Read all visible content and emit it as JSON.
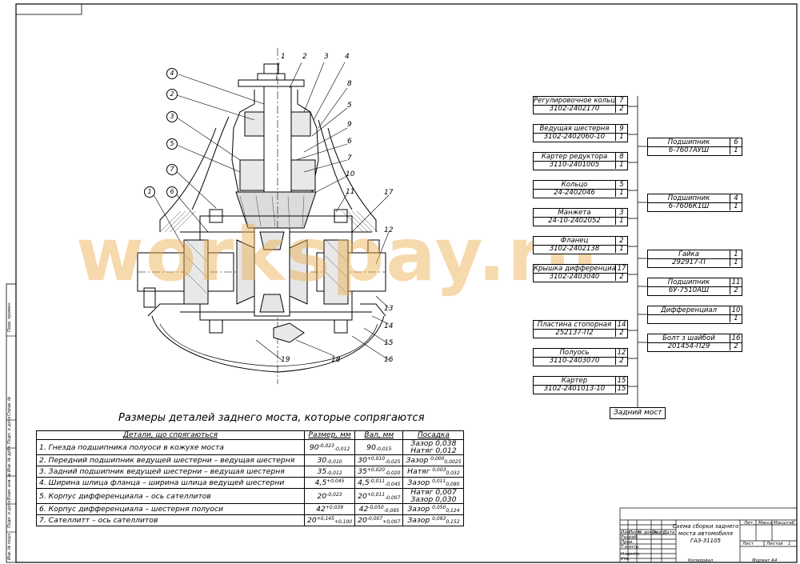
{
  "watermark": "workspay.ru",
  "callouts_top": [
    "1",
    "2",
    "3",
    "4",
    "8",
    "5",
    "9",
    "6",
    "7",
    "10",
    "11",
    "17",
    "12",
    "13",
    "14",
    "15",
    "16",
    "18",
    "19"
  ],
  "callouts_left": [
    "4",
    "2",
    "3",
    "5",
    "7",
    "6",
    "1"
  ],
  "schema": {
    "left_column": [
      {
        "name": "Регулировочное кольцо",
        "qty": "7",
        "code": "3102-2402170",
        "code_qty": "2"
      },
      {
        "name": "Ведущая шестерня",
        "qty": "9",
        "code": "3102-2402060-10",
        "code_qty": "1"
      },
      {
        "name": "Картер редуктора",
        "qty": "8",
        "code": "3110-2401005",
        "code_qty": "1"
      },
      {
        "name": "Кольцо",
        "qty": "5",
        "code": "24-2402046",
        "code_qty": "1"
      },
      {
        "name": "Манжета",
        "qty": "3",
        "code": "24-10-2402052",
        "code_qty": "1"
      },
      {
        "name": "Фланец",
        "qty": "2",
        "code": "3102-2402138",
        "code_qty": "1"
      },
      {
        "name": "Крышка дифференциала",
        "qty": "17",
        "code": "3102-2403040",
        "code_qty": "2"
      },
      {
        "name": "Пластина стопорная",
        "qty": "14",
        "code": "252137-П2",
        "code_qty": "2"
      },
      {
        "name": "Полуось",
        "qty": "12",
        "code": "3110-2403070",
        "code_qty": "2"
      },
      {
        "name": "Картер",
        "qty": "15",
        "code": "3102-2401013-10",
        "code_qty": "15"
      }
    ],
    "right_column": [
      {
        "name": "Подшипник",
        "qty": "6",
        "code": "6-7607АУШ",
        "code_qty": "1"
      },
      {
        "name": "Подшипник",
        "qty": "4",
        "code": "6-7606К1Ш",
        "code_qty": "1"
      },
      {
        "name": "Гайка",
        "qty": "1",
        "code": "292917-П",
        "code_qty": "1"
      },
      {
        "name": "Подшипник",
        "qty": "11",
        "code": "6У-7510АШ",
        "code_qty": "2"
      },
      {
        "name": "Дифференциал",
        "qty": "10",
        "code": "",
        "code_qty": "1"
      },
      {
        "name": "Болт з шайбой",
        "qty": "16",
        "code": "201454-П29",
        "code_qty": "2"
      }
    ],
    "assembly": "Задний мост"
  },
  "table": {
    "title": "Размеры деталей заднего моста, которые сопрягаются",
    "headers": [
      "Детали, що спрягаються",
      "Размер, мм",
      "Вал, мм",
      "Посадка"
    ],
    "rows": [
      {
        "part": "1. Гнезда подшипника полуоси в кожухе моста",
        "size": "90",
        "size_up": "-0,023",
        "size_dn": "-0,012",
        "shaft": "90",
        "shaft_up": "",
        "shaft_dn": "-0,015",
        "fit": "Зазор 0,038",
        "fit2": "Натяг 0,012"
      },
      {
        "part": "2. Передний подшипник ведущей шестерни – ведущая шестерня",
        "size": "30",
        "size_up": "",
        "size_dn": "-0,010",
        "shaft": "30",
        "shaft_up": "+0,010",
        "shaft_dn": "-0,025",
        "fit": "Зазор",
        "fit_up": "0,000",
        "fit_dn": "0,0025",
        "fit2": ""
      },
      {
        "part": "3. Задний подшипник ведущей шестерни – ведущая шестерня",
        "size": "35",
        "size_up": "",
        "size_dn": "-0,012",
        "shaft": "35",
        "shaft_up": "+0,020",
        "shaft_dn": "-0,020",
        "fit": "Натяг",
        "fit_up": "0,003",
        "fit_dn": "0,032",
        "fit2": ""
      },
      {
        "part": "4. Ширина шлица фланца – ширина шлица ведущей шестерни",
        "size": "4,5",
        "size_up": "+0,045",
        "size_dn": "",
        "shaft": "4,5",
        "shaft_up": "-0,011",
        "shaft_dn": "-0,045",
        "fit": "Зазор",
        "fit_up": "0,011",
        "fit_dn": "0,080",
        "fit2": ""
      },
      {
        "part": "5. Корпус дифференциала – ось сателлитов",
        "size": "20",
        "size_up": "-0,023",
        "size_dn": "",
        "shaft": "20",
        "shaft_up": "+0,011",
        "shaft_dn": "-0,007",
        "fit": "Натяг 0,007",
        "fit2": "Зазор 0,030"
      },
      {
        "part": "6. Корпус дифференциала – шестерня полуоси",
        "size": "42",
        "size_up": "+0,039",
        "size_dn": "",
        "shaft": "42",
        "shaft_up": "-0,050",
        "shaft_dn": "-0,085",
        "fit": "Зазор",
        "fit_up": "0,050",
        "fit_dn": "0,124",
        "fit2": ""
      },
      {
        "part": "7. Сателлитт – ось сателлитов",
        "size": "20",
        "size_up": "+0,145",
        "size_dn": "+0,100",
        "shaft": "20",
        "shaft_up": "-0,007",
        "shaft_dn": "+0,007",
        "fit": "Зазор",
        "fit_up": "0,093",
        "fit_dn": "0,152",
        "fit2": ""
      }
    ]
  },
  "title_block": {
    "name": "Схема сборки заднего моста автомобиля ГАЗ-31105",
    "lit": "Лит.",
    "mass": "Масса",
    "scale": "Масштаб",
    "sheet": "Лист",
    "sheets": "Листов",
    "sheets_val": "1",
    "izm": "Изм.",
    "list": "Лист",
    "doc": "№ докум.",
    "sign": "Подп.",
    "date": "Дата",
    "razrab": "Разраб.",
    "prov": "Пров.",
    "tkontr": "Т.контр.",
    "nkontr": "Н.контр.",
    "utv": "Утв.",
    "kopir": "Копировал",
    "format": "Формат А4"
  },
  "side_labels": [
    "Перв. примен.",
    "Справ. №",
    "Подп. и дата",
    "Инв. № дубл.",
    "Взам. инв. №",
    "Подп. и дата",
    "Инв. № подл."
  ]
}
